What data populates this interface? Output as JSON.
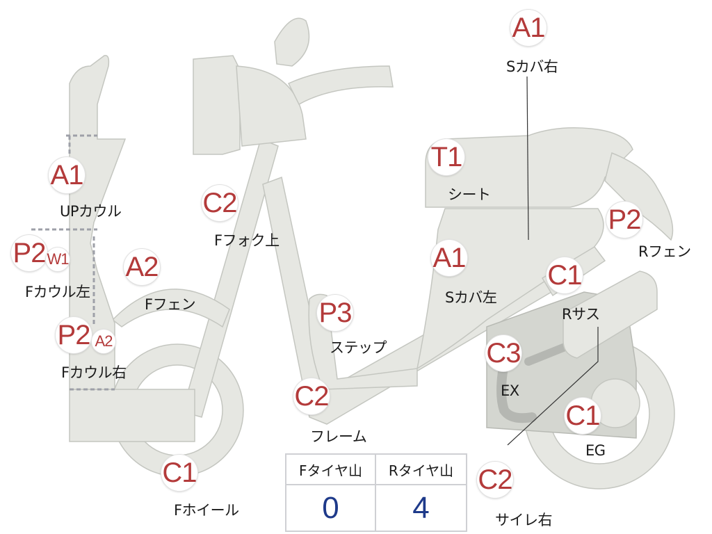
{
  "badges": [
    {
      "code": "A1",
      "size": "lg"
    },
    {
      "code": "A1",
      "size": "lg"
    },
    {
      "code": "A1",
      "size": "lg"
    },
    {
      "code": "T1",
      "size": "lg"
    },
    {
      "code": "P2",
      "size": "lg"
    },
    {
      "code": "W1",
      "size": "sm"
    },
    {
      "code": "A2",
      "size": "lg"
    },
    {
      "code": "P2",
      "size": "lg"
    },
    {
      "code": "A2",
      "size": "sm"
    },
    {
      "code": "C2",
      "size": "lg"
    },
    {
      "code": "P2",
      "size": "lg"
    },
    {
      "code": "C1",
      "size": "lg"
    },
    {
      "code": "P3",
      "size": "lg"
    },
    {
      "code": "C3",
      "size": "lg"
    },
    {
      "code": "C2",
      "size": "lg"
    },
    {
      "code": "C1",
      "size": "lg"
    },
    {
      "code": "C1",
      "size": "lg"
    },
    {
      "code": "C2",
      "size": "lg"
    }
  ],
  "labels": {
    "s_cover_right": "Sカバ右",
    "seat": "シート",
    "up_cowl": "UPカウル",
    "f_cowl_left": "Fカウル左",
    "f_fender": "Fフェン",
    "f_cowl_right": "Fカウル右",
    "f_fork_upper": "Fフォク上",
    "r_fender": "Rフェン",
    "s_cover_left": "Sカバ左",
    "r_suspension": "Rサス",
    "step": "ステップ",
    "exhaust": "EX",
    "frame": "フレーム",
    "engine": "EG",
    "f_wheel": "Fホイール",
    "silencer_right": "サイレ右"
  },
  "tread_table": {
    "headers": [
      "Fタイヤ山",
      "Rタイヤ山"
    ],
    "values": [
      "0",
      "4"
    ]
  }
}
